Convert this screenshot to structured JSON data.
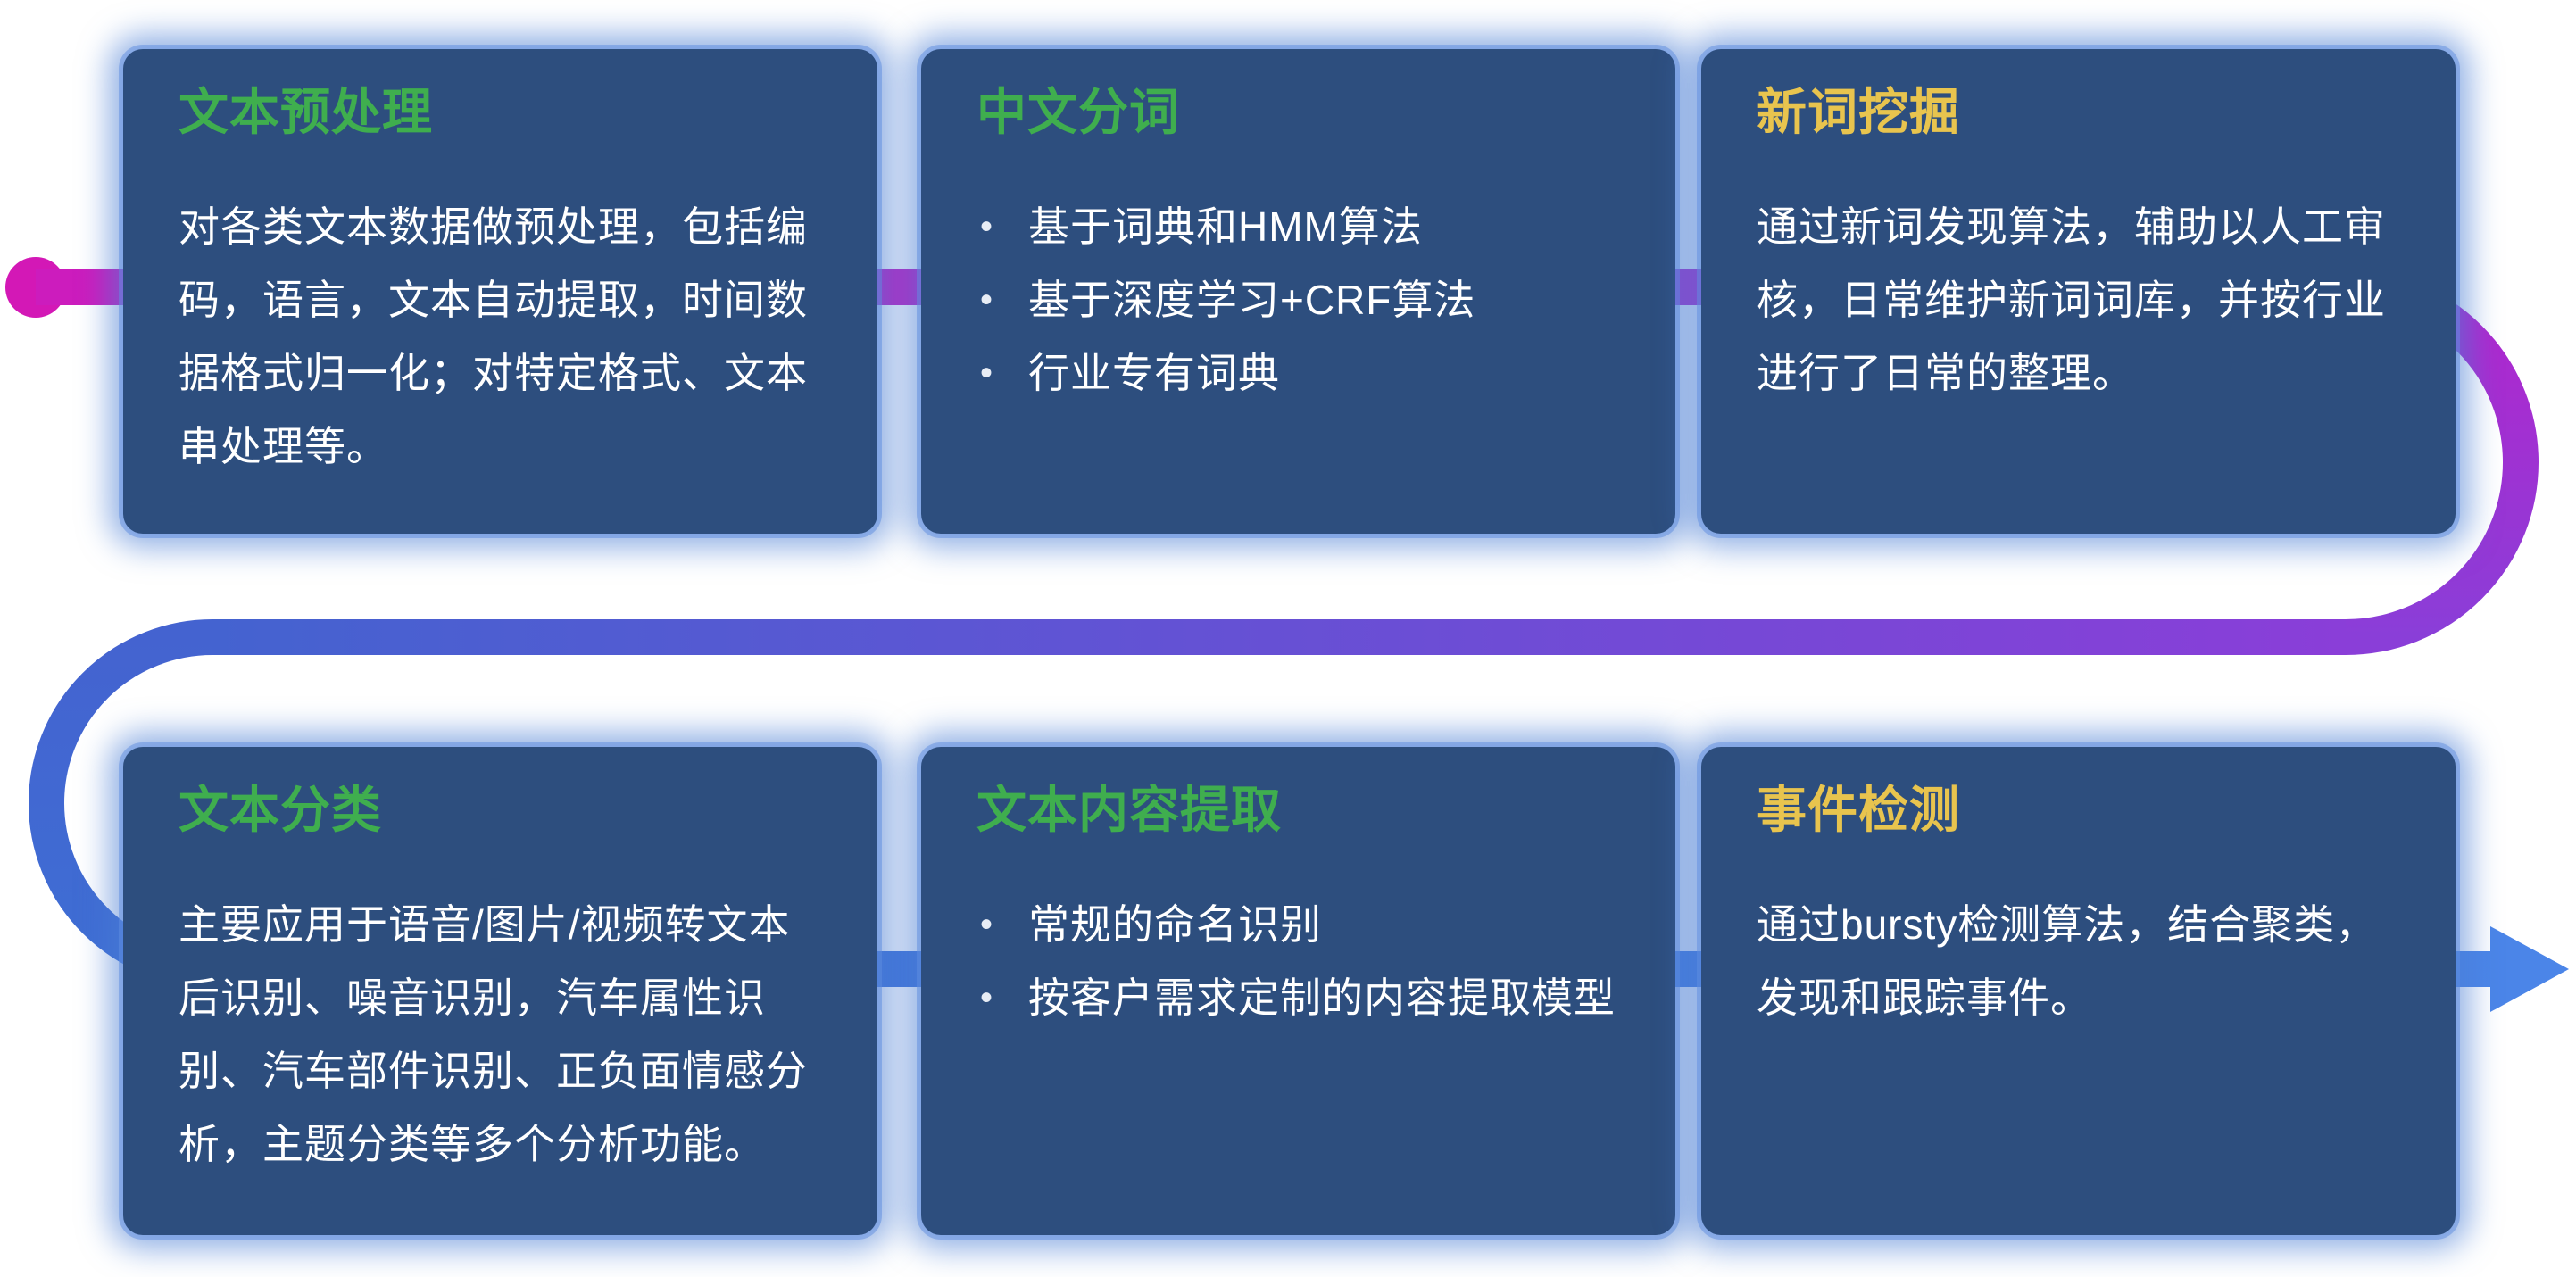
{
  "page": {
    "background": "#ffffff"
  },
  "flow": {
    "colors": {
      "dot": "#d318b6",
      "magenta": "#cc1cbd",
      "magenta_end": "#b226cd",
      "purple": "#8a3ed8",
      "violet": "#6352d4",
      "blue": "#4463d0",
      "blue_deep": "#3e6ed4",
      "arrow": "#4b85e8"
    }
  },
  "card_style": {
    "background": "#2d4e7e",
    "glow": "#4a7dd4",
    "text": "#ffffff",
    "green_title": "#3fae4e",
    "yellow_title": "#e8c44e"
  },
  "cards": [
    {
      "title": "文本预处理",
      "title_color": "#3fae4e",
      "body": "对各类文本数据做预处理，包括编码，语言，文本自动提取，时间数据格式归一化；对特定格式、文本串处理等。"
    },
    {
      "title": "中文分词",
      "title_color": "#3fae4e",
      "bullets": [
        "基于词典和HMM算法",
        "基于深度学习+CRF算法",
        "行业专有词典"
      ]
    },
    {
      "title": "新词挖掘",
      "title_color": "#e8c44e",
      "body": "通过新词发现算法，辅助以人工审核，日常维护新词词库，并按行业进行了日常的整理。"
    },
    {
      "title": "文本分类",
      "title_color": "#3fae4e",
      "body": "主要应用于语音/图片/视频转文本后识别、噪音识别，汽车属性识别、汽车部件识别、正负面情感分析，主题分类等多个分析功能。"
    },
    {
      "title": "文本内容提取",
      "title_color": "#3fae4e",
      "bullets": [
        "常规的命名识别",
        "按客户需求定制的内容提取模型"
      ]
    },
    {
      "title": "事件检测",
      "title_color": "#e8c44e",
      "body": "通过bursty检测算法，结合聚类，发现和跟踪事件。"
    }
  ]
}
